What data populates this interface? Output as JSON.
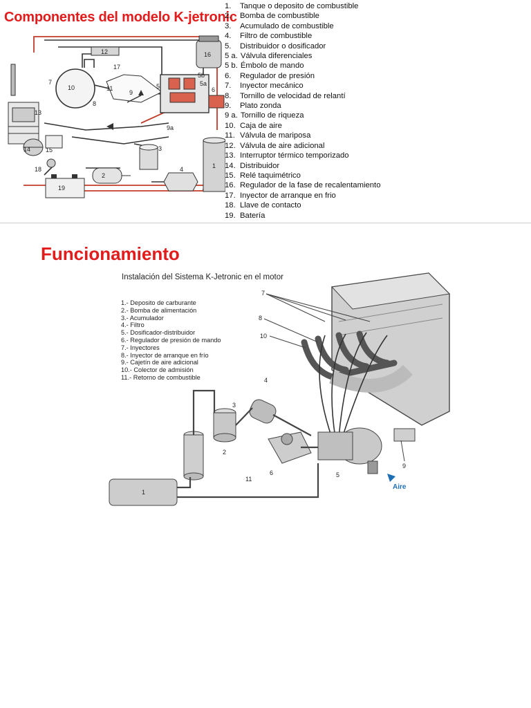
{
  "title": "Componentes del modelo K-jetronic",
  "components": [
    {
      "num": "1.",
      "label": "Tanque o deposito de combustible"
    },
    {
      "num": "2.",
      "label": "Bomba de combustible"
    },
    {
      "num": "3.",
      "label": "Acumulado de combustible"
    },
    {
      "num": "4.",
      "label": "Filtro de combustible"
    },
    {
      "num": "5.",
      "label": "Distribuidor o dosificador"
    },
    {
      "num": "5 a.",
      "label": "Válvula diferenciales"
    },
    {
      "num": "5 b.",
      "label": "Émbolo de mando"
    },
    {
      "num": "6.",
      "label": "Regulador de presión"
    },
    {
      "num": "7.",
      "label": "Inyector mecánico"
    },
    {
      "num": "8.",
      "label": "Tornillo de velocidad de relantí"
    },
    {
      "num": "9.",
      "label": "Plato zonda"
    },
    {
      "num": "9 a.",
      "label": "Tornillo de riqueza"
    },
    {
      "num": "10.",
      "label": "Caja de aire"
    },
    {
      "num": "11.",
      "label": "Válvula de mariposa"
    },
    {
      "num": "12.",
      "label": "Válvula de aire adicional"
    },
    {
      "num": "13.",
      "label": "Interruptor térmico temporizado"
    },
    {
      "num": "14.",
      "label": "Distribuidor"
    },
    {
      "num": "15.",
      "label": "Relé taquimétrico"
    },
    {
      "num": "16.",
      "label": "Regulador de la fase de recalentamiento"
    },
    {
      "num": "17.",
      "label": "Inyector de arranque en frio"
    },
    {
      "num": "18.",
      "label": "Llave de contacto"
    },
    {
      "num": "19.",
      "label": "Batería"
    }
  ],
  "diagram1_labels": [
    "1",
    "2",
    "3",
    "4",
    "5",
    "5a",
    "5b",
    "6",
    "7",
    "8",
    "9",
    "9a",
    "10",
    "11",
    "12",
    "13",
    "14",
    "15",
    "16",
    "17",
    "18",
    "19"
  ],
  "section_title": "Funcionamiento",
  "subtitle": "Instalación del Sistema K-Jetronic en el motor",
  "installation_legend": [
    "1.- Deposito de carburante",
    "2.- Bomba de alimentación",
    "3.- Acumulador",
    "4.- Filtro",
    "5.- Dosificador-distribuidor",
    "6.- Regulador de presión de mando",
    "7.- Inyectores",
    "8.- Inyector de arranque en frío",
    "9.- Cajetín de aire adicional",
    "10.- Colector de admisión",
    "11.- Retorno de combustible"
  ],
  "diagram2_labels": [
    "1",
    "2",
    "3",
    "4",
    "5",
    "6",
    "7",
    "8",
    "9",
    "10",
    "11"
  ],
  "aire_label": "Aire",
  "colors": {
    "title_red": "#e21c1c",
    "pipe_red": "#c23b2a",
    "line": "#333333",
    "fill_gray": "#bdbdbd",
    "aire_blue": "#1f6fb5"
  }
}
